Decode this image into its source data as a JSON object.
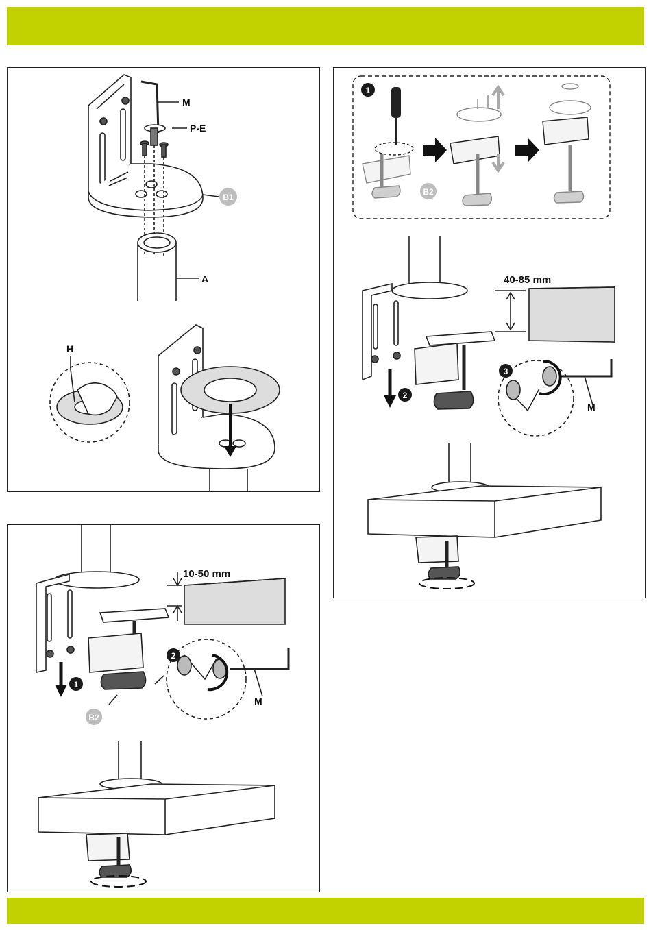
{
  "colors": {
    "band": "#c2d100",
    "border": "#222222",
    "badge_dark": "#1a1a1a",
    "badge_grey": "#bdbdbd"
  },
  "panel_a": {
    "labels": {
      "hex_key": "M",
      "screw": "P-E",
      "base_plate": "B1",
      "pole": "A",
      "pad": "H"
    }
  },
  "panel_b": {
    "step_labels": {
      "step1": "1",
      "step2": "2"
    },
    "range": "10-50 mm",
    "labels": {
      "clamp": "B2",
      "hex_key": "M"
    },
    "icons": [
      "arrow-down-icon",
      "rotate-icon",
      "hex-key-icon"
    ]
  },
  "panel_c": {
    "step_labels": {
      "step1": "1",
      "step2": "2",
      "step3": "3"
    },
    "range": "40-85 mm",
    "labels": {
      "clamp": "B2",
      "hex_key": "M"
    },
    "icons": [
      "screwdriver-icon",
      "arrow-right-icon",
      "arrow-down-icon",
      "rotate-icon"
    ]
  }
}
